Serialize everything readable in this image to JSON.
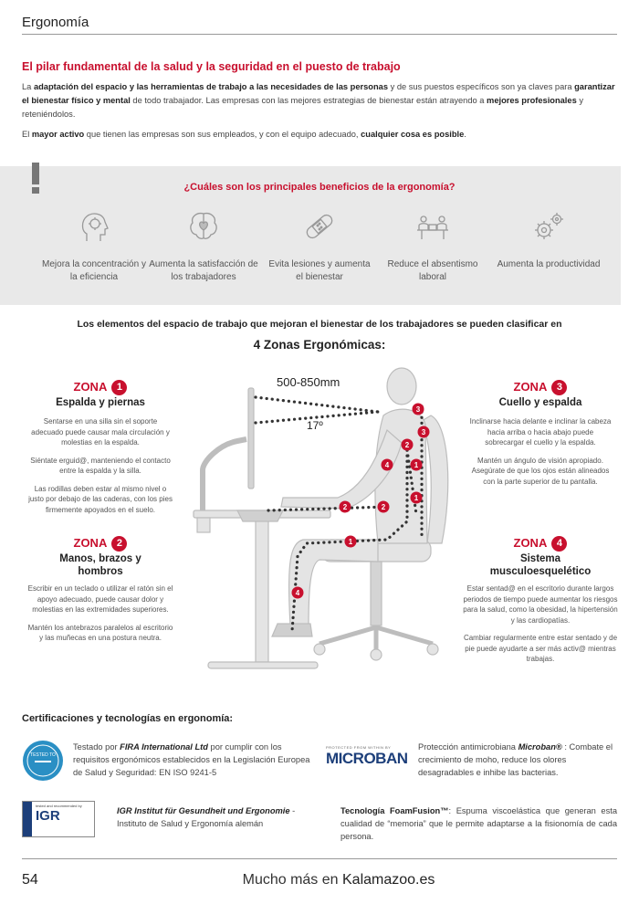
{
  "header": {
    "title": "Ergonomía"
  },
  "intro": {
    "heading": "El pilar fundamental de la salud y la seguridad en el puesto de trabajo",
    "p1": [
      {
        "t": "La ",
        "b": false
      },
      {
        "t": "adaptación del espacio y las herramientas de trabajo a las necesidades de las personas",
        "b": true
      },
      {
        "t": " y de sus puestos específicos son ya claves para ",
        "b": false
      },
      {
        "t": "garantizar el bienestar físico y mental",
        "b": true
      },
      {
        "t": " de todo trabajador. Las empresas con las mejores estrategias de bienestar están atrayendo a ",
        "b": false
      },
      {
        "t": "mejores profesionales",
        "b": true
      },
      {
        "t": " y reteniéndolos.",
        "b": false
      }
    ],
    "p2": [
      {
        "t": "El ",
        "b": false
      },
      {
        "t": "mayor activo",
        "b": true
      },
      {
        "t": " que tienen las empresas son sus empleados, y con el equipo adecuado, ",
        "b": false
      },
      {
        "t": "cualquier cosa es posible",
        "b": true
      },
      {
        "t": ".",
        "b": false
      }
    ]
  },
  "benefits": {
    "question": "¿Cuáles son los principales beneficios de la ergonomía?",
    "items": [
      {
        "icon": "head-brain-icon",
        "label": "Mejora la concentración y la eficiencia"
      },
      {
        "icon": "brain-heart-icon",
        "label": "Aumenta la satisfacción de los trabajadores"
      },
      {
        "icon": "bandage-icon",
        "label": "Evita lesiones y aumenta el bienestar"
      },
      {
        "icon": "meeting-desk-icon",
        "label": "Reduce el absentismo laboral"
      },
      {
        "icon": "gears-icon",
        "label": "Aumenta la productividad"
      }
    ]
  },
  "zones_section": {
    "intro": "Los elementos del espacio de trabajo que mejoran el bienestar de los trabajadores se pueden clasificar en",
    "title": "4 Zonas Ergonómicas:",
    "distance_label": "500-850mm",
    "angle_label": "17º"
  },
  "zones": [
    {
      "zona": "ZONA",
      "num": "1",
      "subtitle": "Espalda y piernas",
      "paras": [
        "Sentarse en una silla sin el soporte adecuado puede causar mala circulación y molestias en la espalda.",
        "Siéntate erguid@, manteniendo el contacto entre la espalda y la silla.",
        "Las rodillas deben estar al mismo nivel o justo por debajo de las caderas, con los pies firmemente apoyados en el suelo."
      ]
    },
    {
      "zona": "ZONA",
      "num": "2",
      "subtitle": "Manos, brazos y hombros",
      "paras": [
        "Escribir en un teclado o utilizar el ratón sin el apoyo adecuado, puede causar dolor y molestias en las extremidades superiores.",
        "Mantén los antebrazos paralelos al escritorio y las muñecas en una postura neutra."
      ]
    },
    {
      "zona": "ZONA",
      "num": "3",
      "subtitle": "Cuello y espalda",
      "paras": [
        "Inclinarse hacia delante e inclinar la cabeza hacia arriba o hacia abajo puede sobrecargar el cuello y la espalda.",
        "Mantén un ángulo de visión apropiado. Asegúrate de que los ojos están alineados con la parte superior de tu pantalla."
      ]
    },
    {
      "zona": "ZONA",
      "num": "4",
      "subtitle": "Sistema musculoesquelético",
      "paras": [
        "Estar sentad@ en el escritorio durante largos periodos de tiempo puede aumentar los riesgos para la salud, como la obesidad, la hipertensión y las cardiopatías.",
        "Cambiar regularmente entre estar sentado y de pie puede ayudarte a ser más activ@ mientras trabajas."
      ]
    }
  ],
  "certifications": {
    "heading": "Certificaciones y tecnologías en ergonomía:",
    "fira": {
      "pre": "Testado por ",
      "brand": "FIRA International Ltd",
      "post": " por cumplir con los requisitos ergonómicos establecidos en la Legislación Europea de Salud y Seguridad: EN ISO 9241-5",
      "logo_text": "TESTED TO"
    },
    "microban": {
      "logo_small": "PROTECTED FROM WITHIN BY",
      "logo_text": "MICROBAN",
      "pre": "Protección antimicrobiana ",
      "brand": "Microban®",
      "post": " : Combate el crecimiento de moho, reduce los olores desagradables e inhibe las bacterias."
    },
    "igr": {
      "logo_top": "tested and recommended by",
      "logo_text": "IGR",
      "brand": "IGR Institut für Gesundheit und Ergonomie",
      "post": " - Instituto de Salud y Ergonomía alemán"
    },
    "foamfusion": {
      "brand": "Tecnología FoamFusion™",
      "post": ": Espuma viscoelástica que generan esta cualidad de “memoria” que le permite adaptarse a la fisionomía de cada persona."
    }
  },
  "footer": {
    "page_number": "54",
    "pre": "Mucho más en ",
    "site": "Kalamazoo.es"
  },
  "colors": {
    "accent": "#c8102e",
    "band": "#e9e9e9",
    "text": "#444444"
  }
}
